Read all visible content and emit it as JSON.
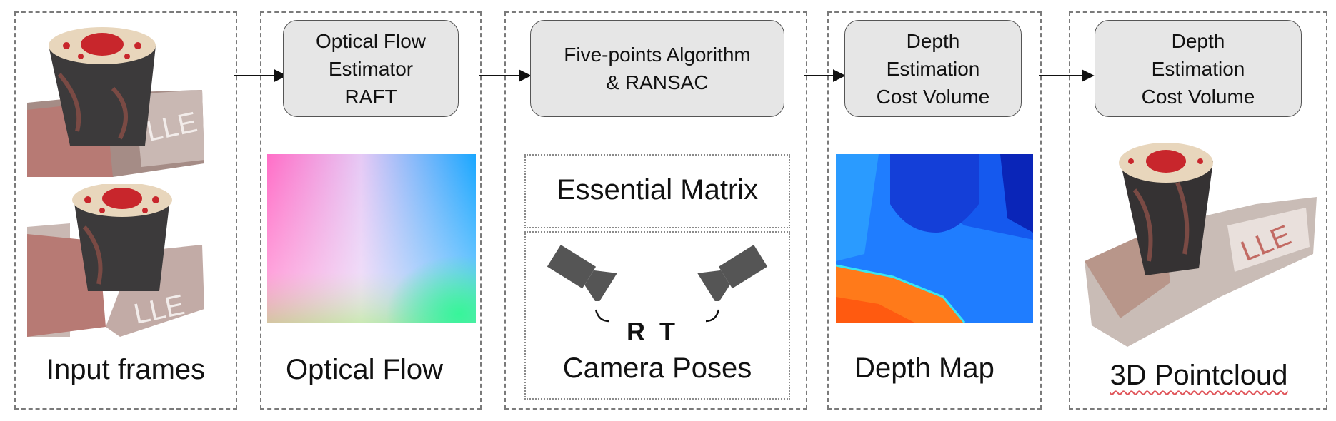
{
  "stages": {
    "input": {
      "caption": "Input frames"
    },
    "flow": {
      "process": "Optical Flow\nEstimator\nRAFT",
      "caption": "Optical Flow"
    },
    "pose": {
      "process": "Five-points Algorithm\n& RANSAC",
      "essential": "Essential Matrix",
      "rotation": "R",
      "translation": "T",
      "caption": "Camera Poses"
    },
    "depth": {
      "process": "Depth\nEstimation\nCost Volume",
      "caption": "Depth Map"
    },
    "cloud": {
      "process": "Depth\nEstimation\nCost Volume",
      "caption": "3D Pointcloud"
    }
  }
}
